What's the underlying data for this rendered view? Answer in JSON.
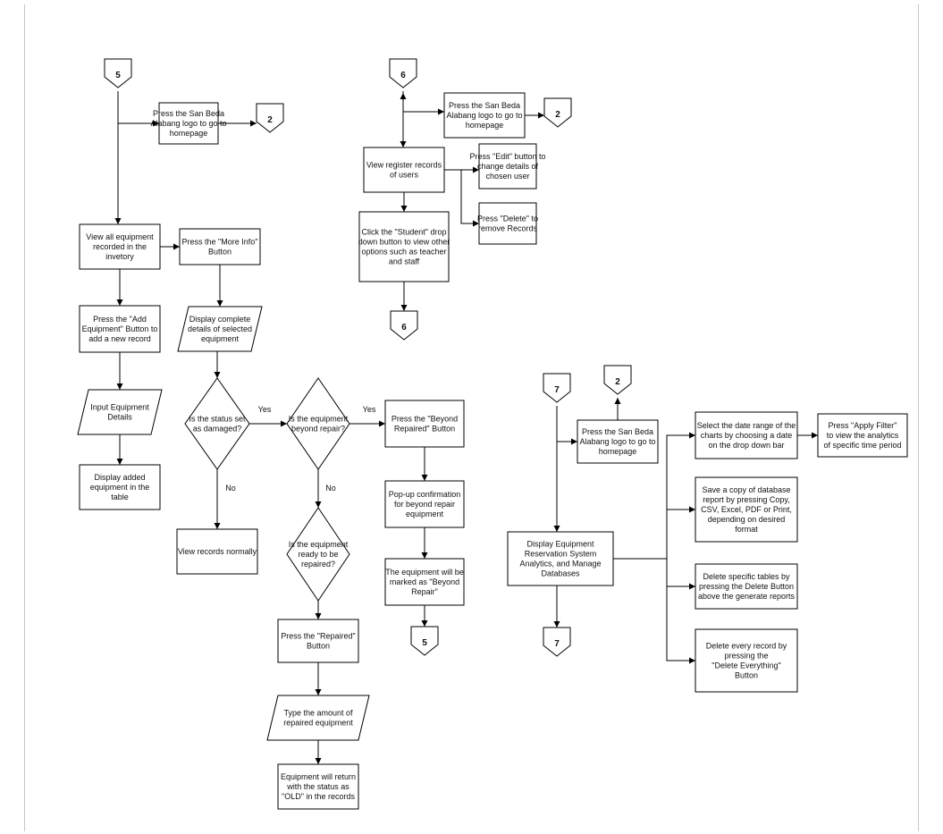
{
  "nodes": {
    "c5_top": "5",
    "n_logo1": [
      "Press the San Beda",
      "Alabang logo to go to",
      "homepage"
    ],
    "c2_a": "2",
    "n_view_equip": [
      "View all equipment",
      "recorded in the",
      "invetory"
    ],
    "n_more_info": [
      "Press the \"More Info\"",
      "Button"
    ],
    "n_add_equip": [
      "Press the \"Add",
      "Equipment\" Button to",
      "add a new record"
    ],
    "n_display_details": [
      "Display complete",
      "details of selected",
      "equipment"
    ],
    "n_input_details": [
      "Input Equipment",
      "Details"
    ],
    "n_display_added": [
      "Display added",
      "equipment in the",
      "table"
    ],
    "d_damaged": [
      "Is the status set",
      "as damaged?"
    ],
    "d_beyond": [
      "Is the equipment",
      "beyond repair?"
    ],
    "n_view_normally": [
      "View records normally"
    ],
    "d_ready": [
      "Is the equipment",
      "ready to be",
      "repaired?"
    ],
    "n_repaired_btn": [
      "Press the \"Repaired\"",
      "Button"
    ],
    "n_type_amount": [
      "Type the amount of",
      "repaired equipment"
    ],
    "n_return_old": [
      "Equipment will return",
      "with the status as",
      "\"OLD\" in the records"
    ],
    "n_beyond_btn": [
      "Press the \"Beyond",
      "Repaired\" Button"
    ],
    "n_popup": [
      "Pop-up confirmation",
      "for beyond repair",
      "equipment"
    ],
    "n_marked": [
      "The equipment will be",
      "marked as \"Beyond",
      "Repair\""
    ],
    "c5_bottom": "5",
    "c6_top": "6",
    "n_logo2": [
      "Press the San Beda",
      "Alabang logo to go to",
      "homepage"
    ],
    "c2_b": "2",
    "n_view_users": [
      "View register records",
      "of users"
    ],
    "n_edit": [
      "Press \"Edit\" button to",
      "change details of",
      "chosen user"
    ],
    "n_delete": [
      "Press \"Delete\" to",
      "remove Records"
    ],
    "n_student_dd": [
      "Click the \"Student\" drop",
      "down button to view other",
      "options such as teacher",
      "and staff"
    ],
    "c6_bottom": "6",
    "c7_top": "7",
    "c2_c": "2",
    "n_logo3": [
      "Press the San Beda",
      "Alabang logo to go to",
      "homepage"
    ],
    "n_analytics": [
      "Display Equipment",
      "Reservation System",
      "Analytics, and Manage",
      "Databases"
    ],
    "c7_bottom": "7",
    "n_date_range": [
      "Select the date range of the",
      "charts by choosing a date",
      "on the drop down bar"
    ],
    "n_apply_filter": [
      "Press \"Apply Filter\"",
      "to view the analytics",
      "of specific time period"
    ],
    "n_save_copy": [
      "Save a copy of database",
      "report by pressing Copy,",
      "CSV, Excel, PDF or Print,",
      "depending on desired",
      "format"
    ],
    "n_delete_tables": [
      "Delete specific tables by",
      "pressing the Delete Button",
      "above the generate reports"
    ],
    "n_delete_all": [
      "Delete every record by",
      "pressing the",
      "\"Delete Everything\"",
      "Button"
    ]
  },
  "edge_labels": {
    "yes_1": "Yes",
    "yes_2": "Yes",
    "no_1": "No",
    "no_2": "No"
  }
}
